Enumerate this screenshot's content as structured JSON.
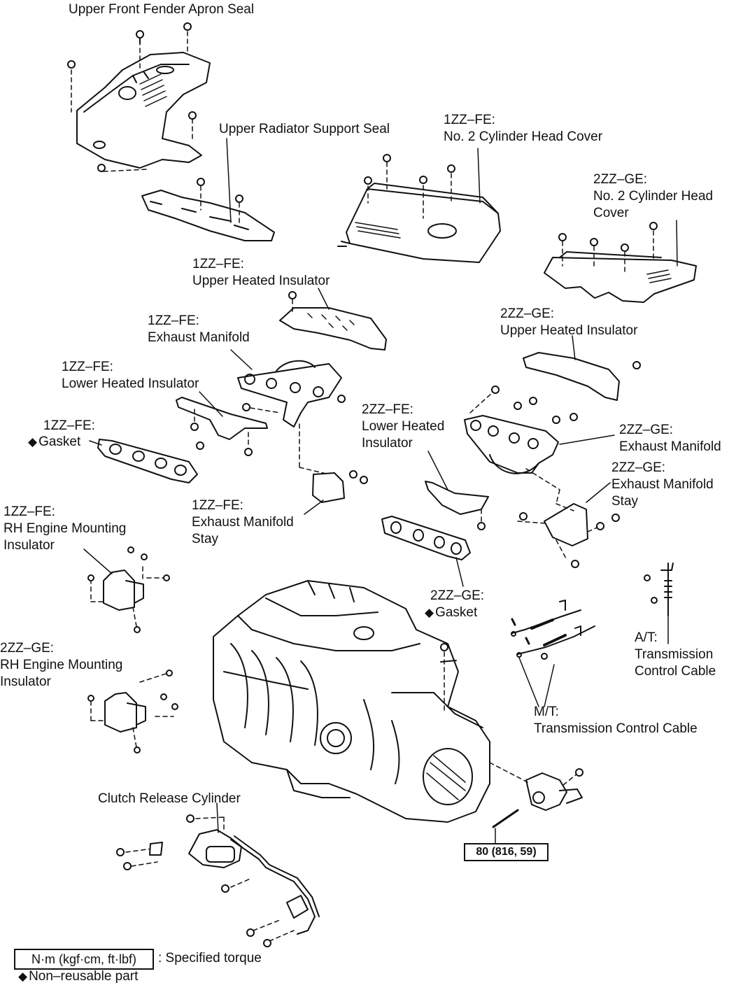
{
  "labels": {
    "fender_seal": "Upper Front Fender Apron Seal",
    "radiator_seal": "Upper Radiator Support Seal",
    "fe_head_cover_1": "1ZZ–FE:",
    "fe_head_cover_2": "No. 2 Cylinder Head Cover",
    "ge_head_cover_1": "2ZZ–GE:",
    "ge_head_cover_2": "No. 2 Cylinder Head",
    "ge_head_cover_3": "Cover",
    "fe_upper_ins_1": "1ZZ–FE:",
    "fe_upper_ins_2": "Upper Heated Insulator",
    "fe_exh_man_1": "1ZZ–FE:",
    "fe_exh_man_2": "Exhaust Manifold",
    "ge_upper_ins_1": "2ZZ–GE:",
    "ge_upper_ins_2": "Upper Heated Insulator",
    "fe_lower_ins_1": "1ZZ–FE:",
    "fe_lower_ins_2": "Lower Heated Insulator",
    "fe_gasket_1": "1ZZ–FE:",
    "fe_gasket_2": "Gasket",
    "fe2_lower_ins_1": "2ZZ–FE:",
    "fe2_lower_ins_2": "Lower Heated",
    "fe2_lower_ins_3": "Insulator",
    "ge_exh_man_1": "2ZZ–GE:",
    "ge_exh_man_2": "Exhaust Manifold",
    "ge_exh_stay_1": "2ZZ–GE:",
    "ge_exh_stay_2": "Exhaust Manifold",
    "ge_exh_stay_3": "Stay",
    "fe_exh_stay_1": "1ZZ–FE:",
    "fe_exh_stay_2": "Exhaust Manifold",
    "fe_exh_stay_3": "Stay",
    "fe_rh_mount_1": "1ZZ–FE:",
    "fe_rh_mount_2": "RH Engine Mounting",
    "fe_rh_mount_3": "Insulator",
    "ge_gasket_1": "2ZZ–GE:",
    "ge_gasket_2": "Gasket",
    "at_cable_1": "A/T:",
    "at_cable_2": "Transmission",
    "at_cable_3": "Control Cable",
    "ge_rh_mount_1": "2ZZ–GE:",
    "ge_rh_mount_2": "RH Engine Mounting",
    "ge_rh_mount_3": "Insulator",
    "mt_cable_1": "M/T:",
    "mt_cable_2": "Transmission Control Cable",
    "clutch_cyl": "Clutch Release Cylinder",
    "diamond": "◆"
  },
  "torque_spec": "80 (816, 59)",
  "legend": {
    "torque_unit": "N·m (kgf·cm, ft·lbf)",
    "torque_desc": ": Specified torque",
    "nonreusable": "Non–reusable part"
  }
}
